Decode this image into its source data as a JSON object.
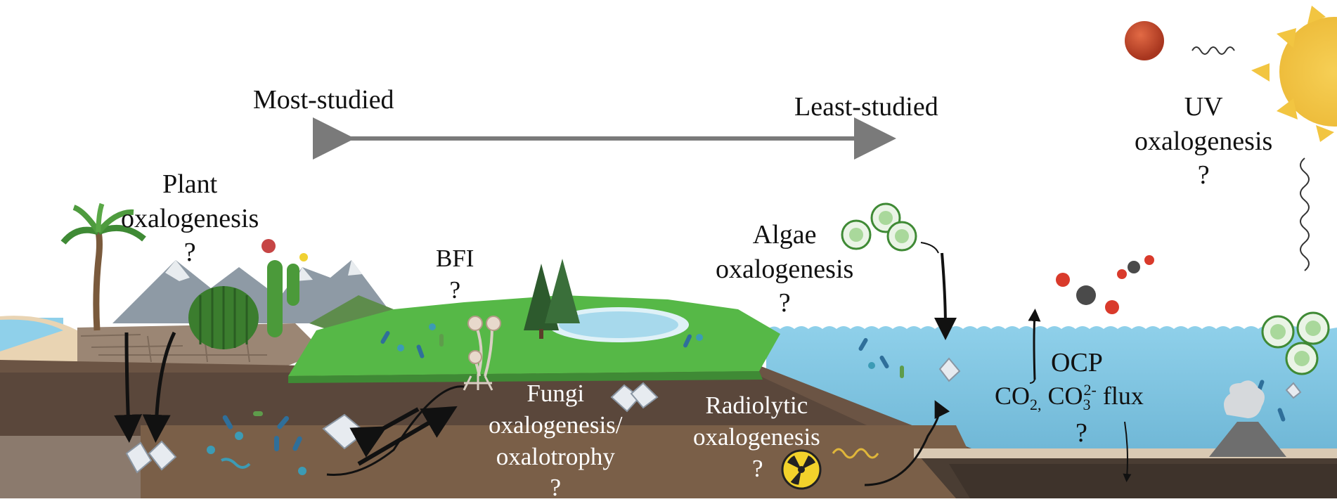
{
  "axis": {
    "left_label": "Most-studied",
    "right_label": "Least-studied"
  },
  "processes": {
    "uv": {
      "line1": "UV",
      "line2": "oxalogenesis",
      "q": "?"
    },
    "plant": {
      "line1": "Plant",
      "line2": "oxalogenesis",
      "q": "?"
    },
    "bfi": {
      "line1": "BFI",
      "q": "?"
    },
    "algae": {
      "line1": "Algae",
      "line2": "oxalogenesis",
      "q": "?"
    },
    "fungi": {
      "line1": "Fungi",
      "line2": "oxalogenesis/",
      "line3": "oxalotrophy",
      "q": "?"
    },
    "radiolytic": {
      "line1": "Radiolytic",
      "line2": "oxalogenesis",
      "q": "?"
    },
    "ocp": {
      "line1": "OCP",
      "co2": "CO",
      "co2_sub": "2,",
      "co3": " CO",
      "co3_sub": "3",
      "co3_sup": "2-",
      "flux": " flux",
      "q": "?"
    }
  },
  "icon_names": [
    "mars-icon",
    "sun-icon",
    "uv-wave-icon",
    "co2-molecule-icon",
    "radiation-icon",
    "oxalate-crystal-icon",
    "palm-tree-icon",
    "cactus-icon",
    "fir-tree-icon",
    "fungus-icon",
    "algae-cell-icon",
    "volcano-icon",
    "bacteria-icon"
  ],
  "colors": {
    "ocean": "#7ec8e3",
    "grass": "#56b847",
    "soil_dark": "#4a3d33",
    "soil_mid": "#6b5444",
    "sun": "#f2c541",
    "mars": "#c8452b",
    "arrow_gray": "#7a7a7a"
  }
}
